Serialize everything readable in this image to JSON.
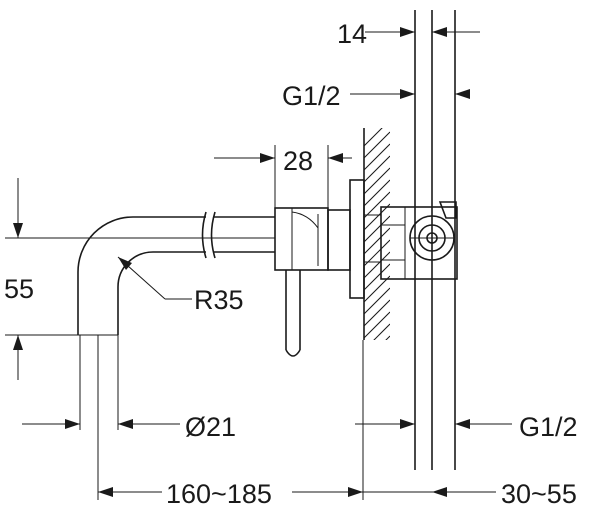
{
  "dimensions": {
    "top_width": "14",
    "top_thread": "G1/2",
    "flange_width": "28",
    "height": "55",
    "bend_radius": "R35",
    "pipe_diameter": "Ø21",
    "bottom_thread": "G1/2",
    "spout_projection": "160~185",
    "wall_depth": "30~55"
  },
  "colors": {
    "line": "#1a1a1a",
    "background": "#ffffff"
  }
}
